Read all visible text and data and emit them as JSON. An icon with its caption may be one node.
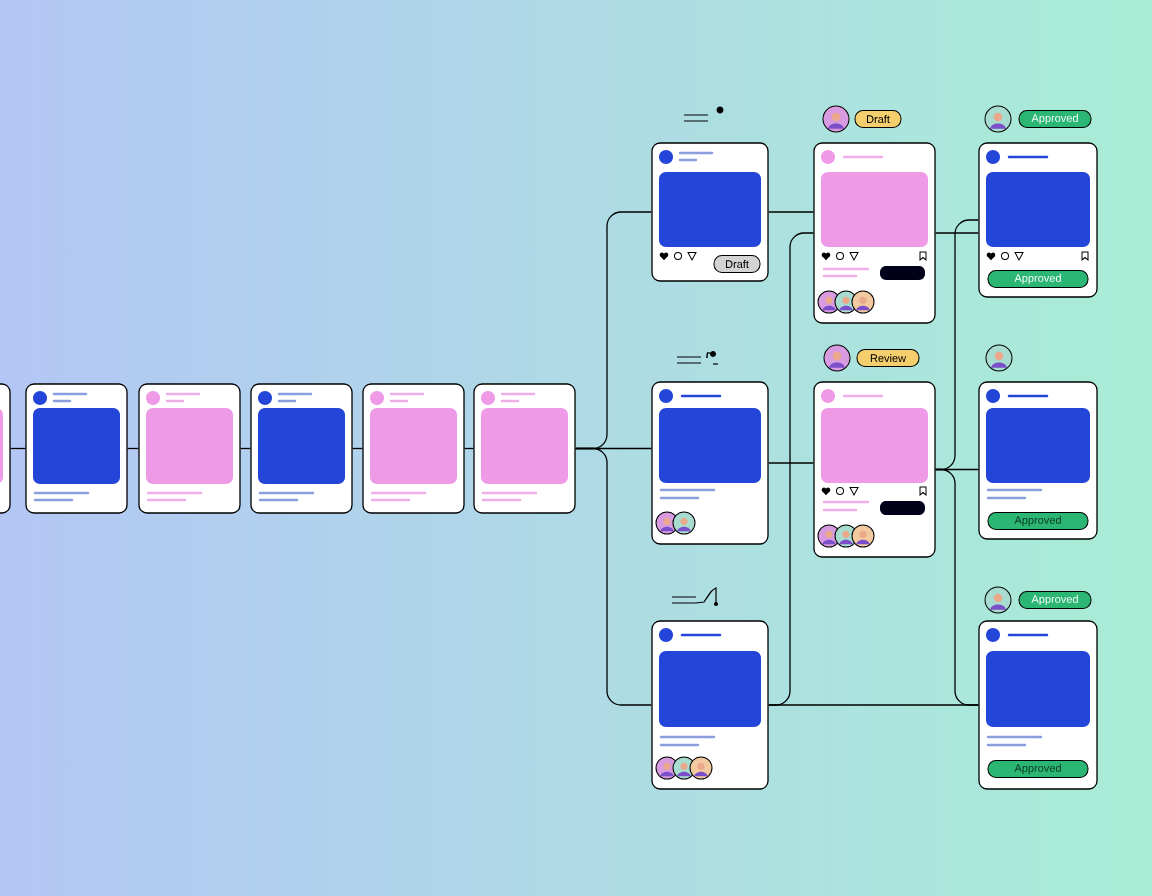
{
  "diagram": {
    "nodes": [
      {
        "text": [],
        "shape": "box"
      },
      {
        "text": [],
        "shape": "box"
      },
      {
        "text": [],
        "shape": "box"
      },
      {
        "text": [],
        "shape": "box"
      },
      {
        "text": [],
        "shape": "box"
      },
      {
        "text": [],
        "shape": "box"
      },
      {
        "text": [
          "Draft"
        ]
      },
      {
        "text": [],
        "shape": "box"
      },
      {
        "text": [],
        "shape": "box"
      },
      {
        "text": [
          "Draft"
        ]
      },
      {
        "text": [
          "Review"
        ]
      },
      {
        "text": [
          "Approved",
          "Approved"
        ]
      },
      {
        "text": [
          "Approved"
        ]
      },
      {
        "text": [
          "Approved",
          "Approved"
        ]
      }
    ],
    "edges": [
      {
        "from": 0,
        "to": 1,
        "arrow": "none"
      },
      {
        "from": 1,
        "to": 2,
        "arrow": "none"
      },
      {
        "from": 2,
        "to": 3,
        "arrow": "none"
      },
      {
        "from": 3,
        "to": 4,
        "arrow": "none"
      },
      {
        "from": 4,
        "to": 5,
        "arrow": "none"
      },
      {
        "from": 5,
        "to": 6,
        "arrow": "none"
      },
      {
        "from": 5,
        "to": 7,
        "arrow": "none"
      },
      {
        "from": 5,
        "to": 8,
        "arrow": "none"
      },
      {
        "from": 6,
        "to": 9,
        "arrow": "none"
      },
      {
        "from": 7,
        "to": 10,
        "arrow": "none"
      },
      {
        "from": 8,
        "to": 9,
        "arrow": "none"
      },
      {
        "from": 8,
        "to": 13,
        "arrow": "none"
      },
      {
        "from": 9,
        "to": 11,
        "arrow": "none"
      },
      {
        "from": 10,
        "to": 11,
        "arrow": "none"
      },
      {
        "from": 10,
        "to": 12,
        "arrow": "none"
      },
      {
        "from": 10,
        "to": 13,
        "arrow": "none"
      }
    ]
  }
}
